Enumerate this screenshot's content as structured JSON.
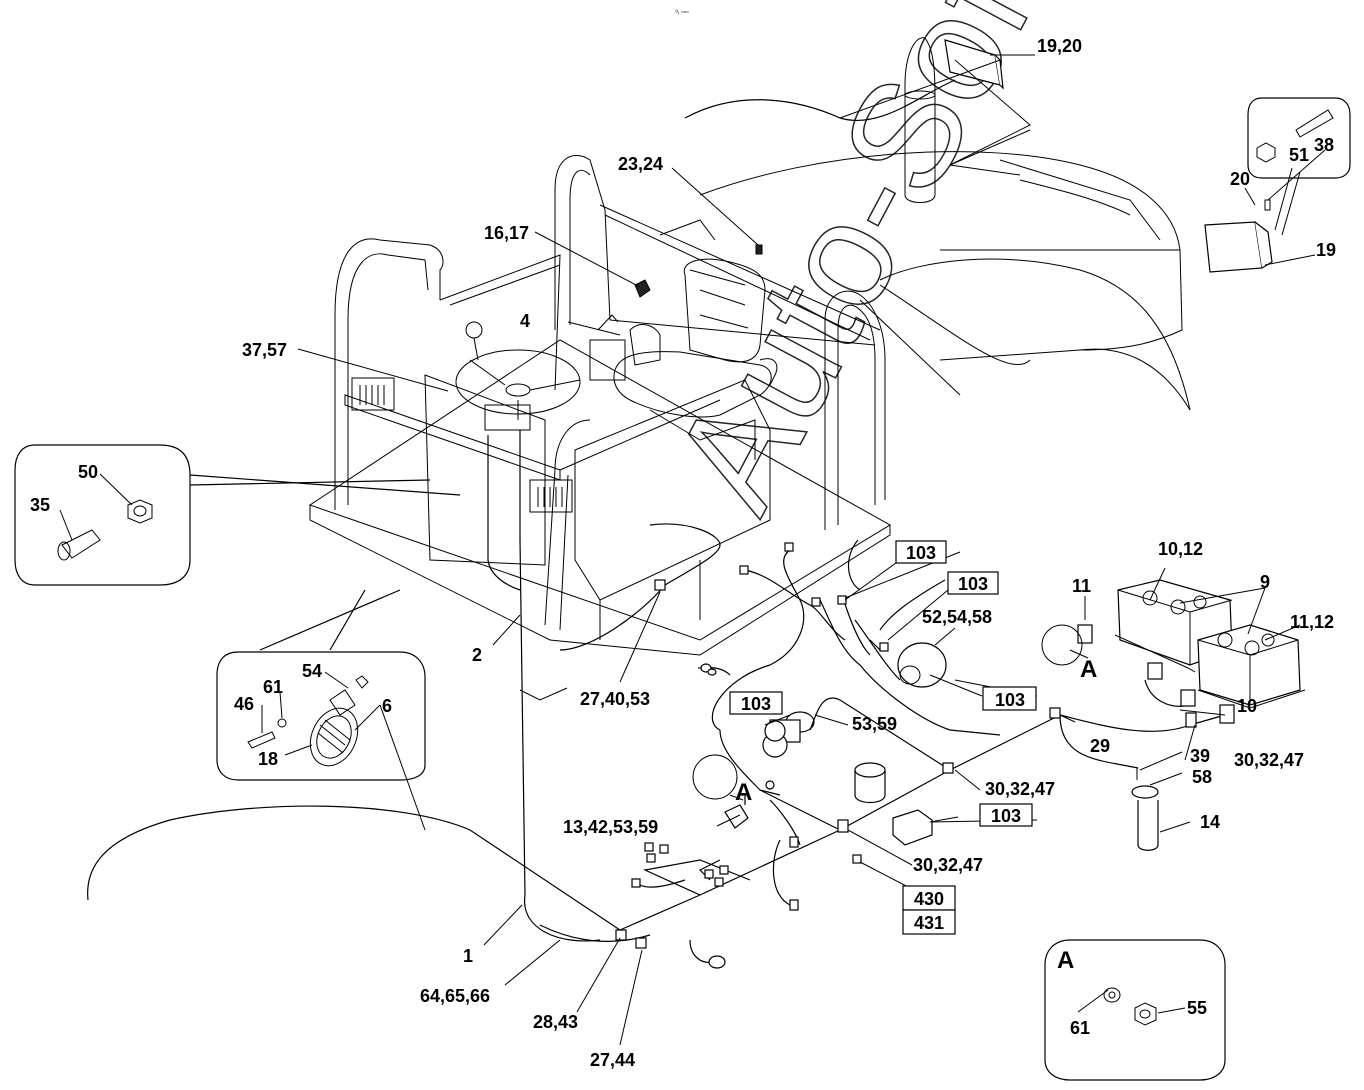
{
  "header_mark": "ᵒᵢ ▫▫▫",
  "watermark": "Auto-Soft",
  "callouts": {
    "c19_20": "19,20",
    "c38": "38",
    "c51": "51",
    "c20": "20",
    "c19": "19",
    "c23_24": "23,24",
    "c16_17": "16,17",
    "c4": "4",
    "c37_57": "37,57",
    "c50": "50",
    "c35": "35",
    "c10_12": "10,12",
    "c9": "9",
    "c11": "11",
    "c11_12": "11,12",
    "c52_54_58": "52,54,58",
    "c2": "2",
    "c27_40_53": "27,40,53",
    "c54": "54",
    "c61a": "61",
    "c46": "46",
    "c6": "6",
    "c18": "18",
    "c53_59": "53,59",
    "c29": "29",
    "c10": "10",
    "c39": "39",
    "c30_32_47a": "30,32,47",
    "c58": "58",
    "c30_32_47b": "30,32,47",
    "c14": "14",
    "c13_42_53_59": "13,42,53,59",
    "c30_32_47c": "30,32,47",
    "c1": "1",
    "c64_65_66": "64,65,66",
    "c28_43": "28,43",
    "c27_44": "27,44",
    "c61b": "61",
    "c55": "55"
  },
  "ref_boxes": {
    "b103a": "103",
    "b103b": "103",
    "b103c": "103",
    "b103d": "103",
    "b103e": "103",
    "b430": "430",
    "b431": "431"
  },
  "detail_marks": {
    "A1": "A",
    "A2": "A",
    "A3": "A"
  }
}
